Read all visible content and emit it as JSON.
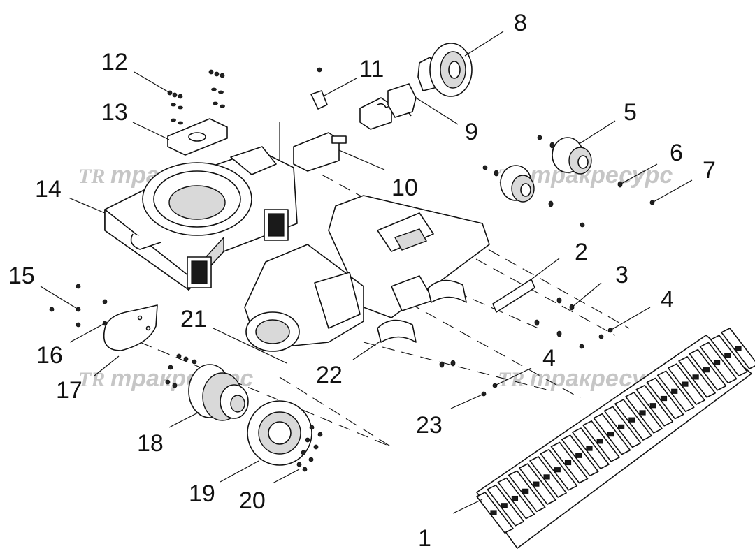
{
  "callouts": [
    {
      "id": "c1",
      "text": "1"
    },
    {
      "id": "c2",
      "text": "2"
    },
    {
      "id": "c3",
      "text": "3"
    },
    {
      "id": "c4a",
      "text": "4"
    },
    {
      "id": "c4b",
      "text": "4"
    },
    {
      "id": "c5",
      "text": "5"
    },
    {
      "id": "c6",
      "text": "6"
    },
    {
      "id": "c7",
      "text": "7"
    },
    {
      "id": "c8",
      "text": "8"
    },
    {
      "id": "c9",
      "text": "9"
    },
    {
      "id": "c10",
      "text": "10"
    },
    {
      "id": "c11",
      "text": "11"
    },
    {
      "id": "c12",
      "text": "12"
    },
    {
      "id": "c13",
      "text": "13"
    },
    {
      "id": "c14",
      "text": "14"
    },
    {
      "id": "c15",
      "text": "15"
    },
    {
      "id": "c16",
      "text": "16"
    },
    {
      "id": "c17",
      "text": "17"
    },
    {
      "id": "c18",
      "text": "18"
    },
    {
      "id": "c19",
      "text": "19"
    },
    {
      "id": "c20",
      "text": "20"
    },
    {
      "id": "c21",
      "text": "21"
    },
    {
      "id": "c22",
      "text": "22"
    },
    {
      "id": "c23",
      "text": "23"
    }
  ],
  "watermark": {
    "logo": "TR",
    "text": "тракресурс"
  },
  "colors": {
    "line": "#111111",
    "watermark": "#bdbdbd",
    "background": "#ffffff"
  }
}
